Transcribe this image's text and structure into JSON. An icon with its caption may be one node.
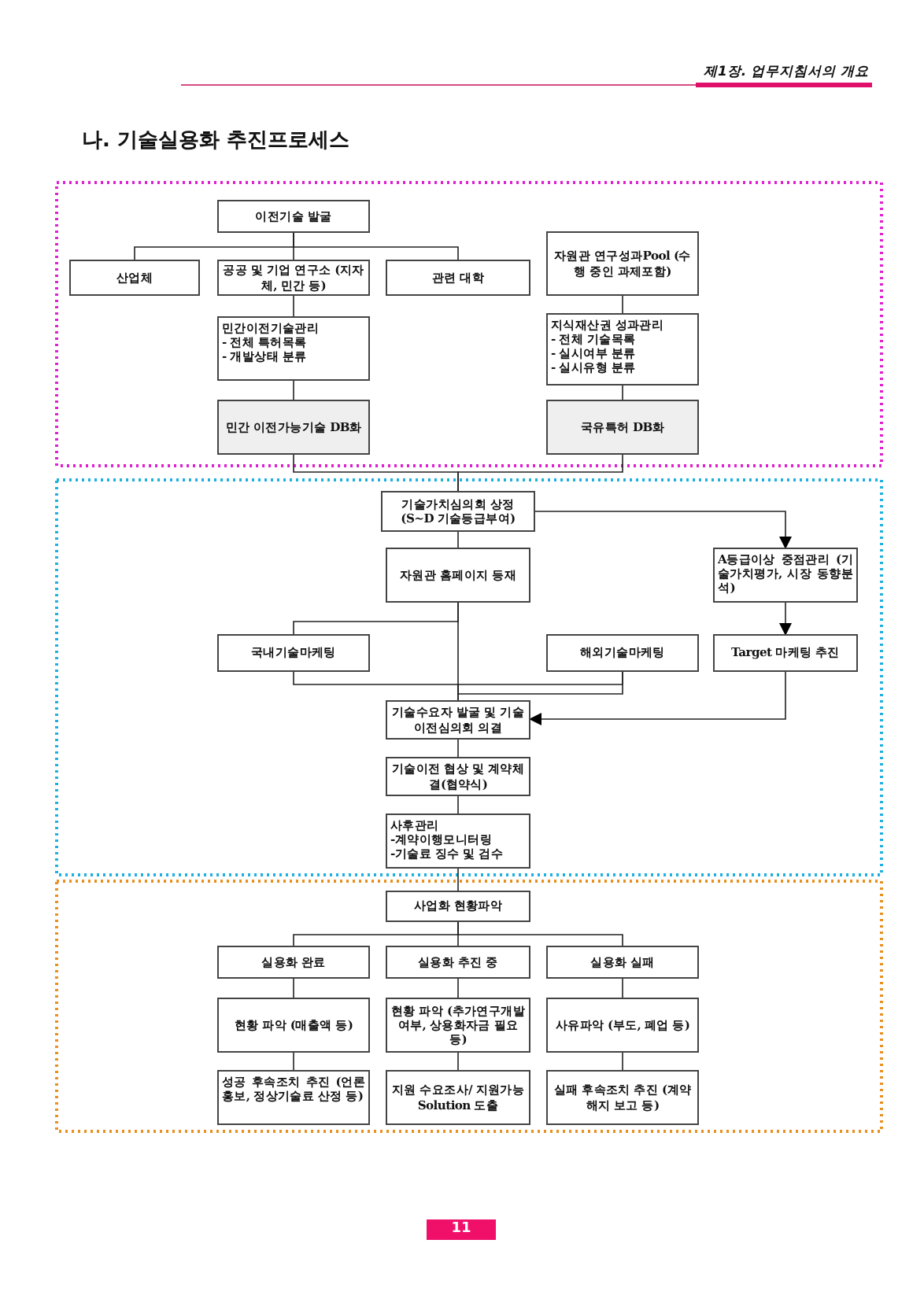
{
  "diagram": {
    "title": "나. 기술실용화 추진프로세스",
    "nodes": [
      {
        "text": [
          "이전기술 발굴"
        ]
      },
      {
        "text": [
          "산업체"
        ]
      },
      {
        "text": [
          "공공 및 기업 연구소 (지자체, 민간 등)"
        ]
      },
      {
        "text": [
          "관련 대학"
        ]
      },
      {
        "text": [
          "자원관 연구성과Pool (수행 중인 과제포함)"
        ]
      },
      {
        "text": [
          "민간이전기술관리",
          "- 전체 특허목록",
          "- 개발상태 분류"
        ]
      },
      {
        "text": [
          "민간 이전가능기술 DB화"
        ]
      },
      {
        "text": [
          "지식재산권 성과관리",
          "- 전체 기술목록",
          "- 실시여부 분류",
          "- 실시유형 분류"
        ]
      },
      {
        "text": [
          "국유특허 DB화"
        ]
      },
      {
        "text": [
          "기술가치심의회 상정 (S~D 기술등급부여)"
        ]
      },
      {
        "text": [
          "자원관 홈페이지 등재"
        ]
      },
      {
        "text": [
          "A등급이상 중점관리 (기술가치평가, 시장 동향분석)"
        ]
      },
      {
        "text": [
          "국내기술마케팅"
        ]
      },
      {
        "text": [
          "해외기술마케팅"
        ]
      },
      {
        "text": [
          "Target 마케팅 추진"
        ]
      },
      {
        "text": [
          "기술수요자 발굴 및 기술이전심의회 의결"
        ]
      },
      {
        "text": [
          "기술이전 협상 및 계약체결(협약식)"
        ]
      },
      {
        "text": [
          "사후관리",
          "-계약이행모니터링",
          "-기술료 징수 및 검수"
        ]
      },
      {
        "text": [
          "사업화 현황파악"
        ]
      },
      {
        "text": [
          "실용화 완료"
        ]
      },
      {
        "text": [
          "실용화 추진 중"
        ]
      },
      {
        "text": [
          "실용화 실패"
        ]
      },
      {
        "text": [
          "현황 파악 (매출액 등)"
        ]
      },
      {
        "text": [
          "현황 파악 (추가연구개발 여부, 상용화자금 필요 등)"
        ]
      },
      {
        "text": [
          "사유파악 (부도, 폐업 등)"
        ]
      },
      {
        "text": [
          "성공 후속조치 추진 (언론홍보, 정상기술료 산정 등)"
        ]
      },
      {
        "text": [
          "지원 수요조사/ 지원가능 Solution 도출"
        ]
      },
      {
        "text": [
          "실패 후속조치 추진 (계약해지 보고 등)"
        ]
      }
    ],
    "edges": [
      {
        "from": 0,
        "to": 1,
        "arrow": "none"
      },
      {
        "from": 0,
        "to": 2,
        "arrow": "none"
      },
      {
        "from": 0,
        "to": 3,
        "arrow": "none"
      },
      {
        "from": 2,
        "to": 5,
        "arrow": "none"
      },
      {
        "from": 5,
        "to": 6,
        "arrow": "none"
      },
      {
        "from": 4,
        "to": 7,
        "arrow": "none"
      },
      {
        "from": 7,
        "to": 8,
        "arrow": "none"
      },
      {
        "from": 6,
        "to": 9,
        "arrow": "none"
      },
      {
        "from": 8,
        "to": 9,
        "arrow": "none"
      },
      {
        "from": 9,
        "to": 10,
        "arrow": "none"
      },
      {
        "from": 9,
        "to": 11,
        "arrow": "to"
      },
      {
        "from": 10,
        "to": 12,
        "arrow": "none"
      },
      {
        "from": 10,
        "to": 13,
        "arrow": "none"
      },
      {
        "from": 11,
        "to": 14,
        "arrow": "to"
      },
      {
        "from": 12,
        "to": 15,
        "arrow": "none"
      },
      {
        "from": 13,
        "to": 15,
        "arrow": "none"
      },
      {
        "from": 14,
        "to": 15,
        "arrow": "to"
      },
      {
        "from": 15,
        "to": 16,
        "arrow": "none"
      },
      {
        "from": 16,
        "to": 17,
        "arrow": "none"
      },
      {
        "from": 17,
        "to": 18,
        "arrow": "none"
      },
      {
        "from": 18,
        "to": 19,
        "arrow": "none"
      },
      {
        "from": 18,
        "to": 20,
        "arrow": "none"
      },
      {
        "from": 18,
        "to": 21,
        "arrow": "none"
      },
      {
        "from": 19,
        "to": 22,
        "arrow": "none"
      },
      {
        "from": 20,
        "to": 23,
        "arrow": "none"
      },
      {
        "from": 21,
        "to": 24,
        "arrow": "none"
      },
      {
        "from": 22,
        "to": 25,
        "arrow": "none"
      },
      {
        "from": 23,
        "to": 26,
        "arrow": "none"
      },
      {
        "from": 24,
        "to": 27,
        "arrow": "none"
      }
    ],
    "labels": [
      "제1장. 업무지침서의 개요",
      "11"
    ]
  }
}
